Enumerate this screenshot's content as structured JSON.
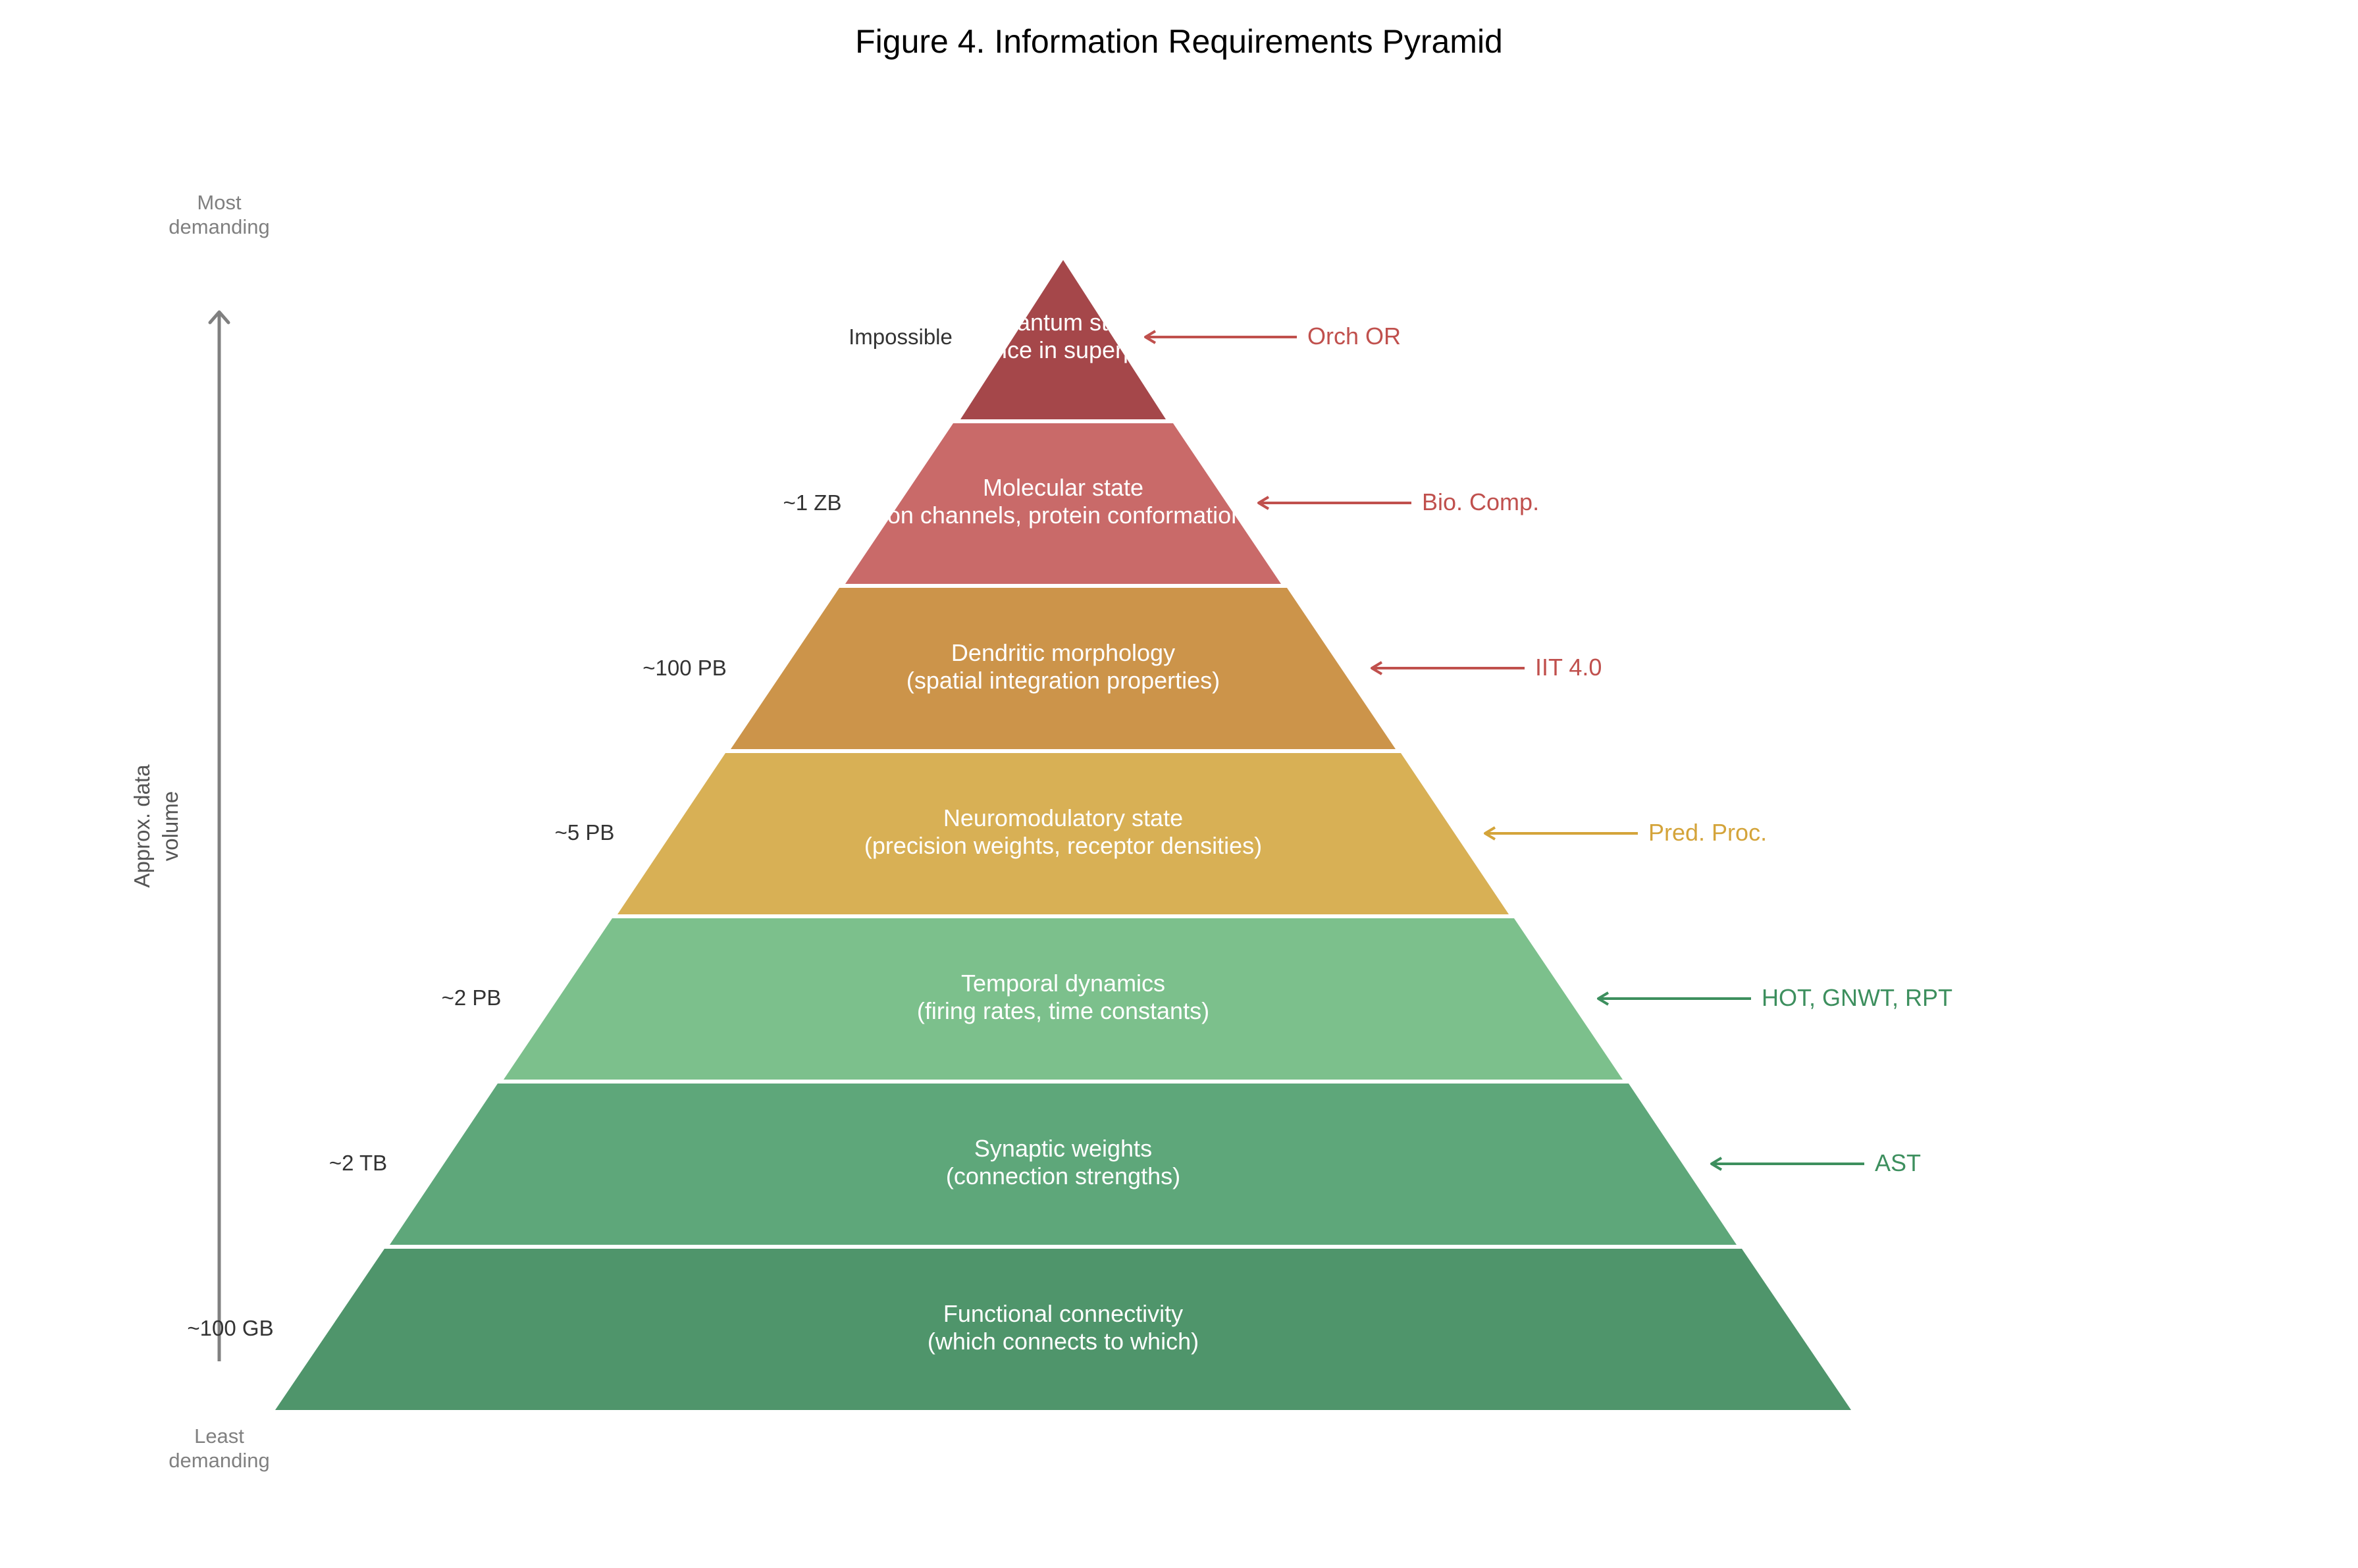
{
  "title": "Figure 4. Information Requirements Pyramid",
  "axis": {
    "top_label": [
      "Most",
      "demanding"
    ],
    "bottom_label": [
      "Least",
      "demanding"
    ],
    "label": [
      "Approx. data",
      "volume"
    ],
    "color": "#808080"
  },
  "layers": [
    {
      "name": "Quantum state",
      "detail": "(coherence in superposition)",
      "volume": "Impossible",
      "theory": "Orch OR",
      "color": "#a5474a",
      "theory_color": "#c0504d"
    },
    {
      "name": "Molecular state",
      "detail": "(ion channels, protein conformation)",
      "volume": "~1 ZB",
      "theory": "Bio. Comp.",
      "color": "#c96a69",
      "theory_color": "#c0504d"
    },
    {
      "name": "Dendritic morphology",
      "detail": "(spatial integration properties)",
      "volume": "~100 PB",
      "theory": "IIT 4.0",
      "color": "#cc944a",
      "theory_color": "#c0504d"
    },
    {
      "name": "Neuromodulatory state",
      "detail": "(precision weights, receptor densities)",
      "volume": "~5 PB",
      "theory": "Pred. Proc.",
      "color": "#d8b055",
      "theory_color": "#d4a43a"
    },
    {
      "name": "Temporal dynamics",
      "detail": "(firing rates, time constants)",
      "volume": "~2 PB",
      "theory": "HOT, GNWT, RPT",
      "color": "#7cc08c",
      "theory_color": "#3d8f5e"
    },
    {
      "name": "Synaptic weights",
      "detail": "(connection strengths)",
      "volume": "~2 TB",
      "theory": "AST",
      "color": "#5ea77a",
      "theory_color": "#3d8f5e"
    },
    {
      "name": "Functional connectivity",
      "detail": "(which connects to which)",
      "volume": "~100 GB",
      "theory": "",
      "color": "#4f956b",
      "theory_color": "#3d8f5e"
    }
  ]
}
